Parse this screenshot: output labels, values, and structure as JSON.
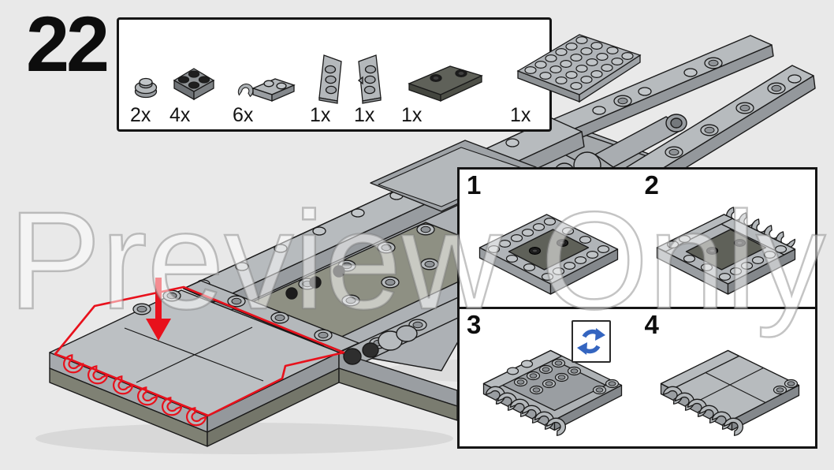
{
  "page": {
    "step_number": "22",
    "watermark": "Preview Only"
  },
  "colors": {
    "background": "#e9e9e9",
    "highlight_red": "#e8111c",
    "rotate_blue": "#3465c0",
    "brick_light": "#b7bbbe",
    "brick_mid": "#9a9ea2",
    "brick_dark_tile": "#5f6159",
    "hull_underside": "#7f8174",
    "outline": "#1a1a1a"
  },
  "parts_list": {
    "items": [
      {
        "piece": "plate-round-1x1",
        "count": "2x"
      },
      {
        "piece": "plate-2x2-inverted-dark-studs",
        "count": "4x"
      },
      {
        "piece": "plate-1x2-with-clip",
        "count": "6x"
      },
      {
        "piece": "wedge-plate-left",
        "count": "1x"
      },
      {
        "piece": "wedge-plate-right",
        "count": "1x"
      },
      {
        "piece": "tile-2x4-with-2-studs-dark",
        "count": "1x"
      },
      {
        "piece": "plate-4x6",
        "count": "1x"
      }
    ]
  },
  "substeps": [
    {
      "number": "1"
    },
    {
      "number": "2"
    },
    {
      "number": "3",
      "icon": "flip-rotate-icon"
    },
    {
      "number": "4"
    }
  ],
  "main_view": {
    "annotations": [
      "red-outline-placement-region",
      "red-down-arrow"
    ]
  }
}
